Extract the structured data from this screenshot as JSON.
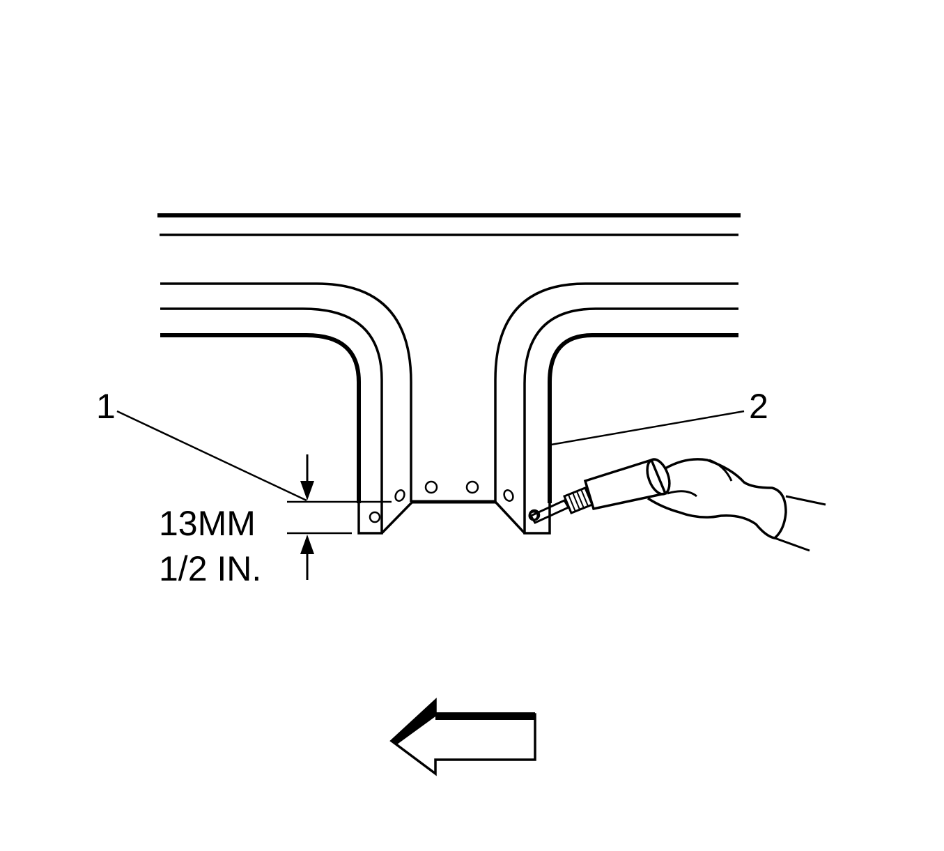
{
  "callouts": {
    "one": "1",
    "two": "2"
  },
  "dimension": {
    "metric": "13MM",
    "imperial": "1/2 IN."
  },
  "colors": {
    "ink": "#000000",
    "paper": "#ffffff"
  },
  "icons": {
    "direction_arrow": "arrow-left-icon",
    "sealer_gun": "sealer-gun-icon",
    "hand": "hand-icon"
  }
}
